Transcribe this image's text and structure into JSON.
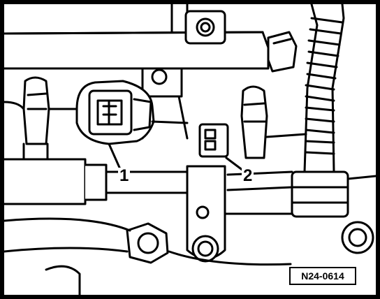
{
  "callouts": [
    {
      "label": "1"
    },
    {
      "label": "2"
    }
  ],
  "reference_code": "N24-0614",
  "colors": {
    "ink": "#000000",
    "paper": "#ffffff"
  }
}
